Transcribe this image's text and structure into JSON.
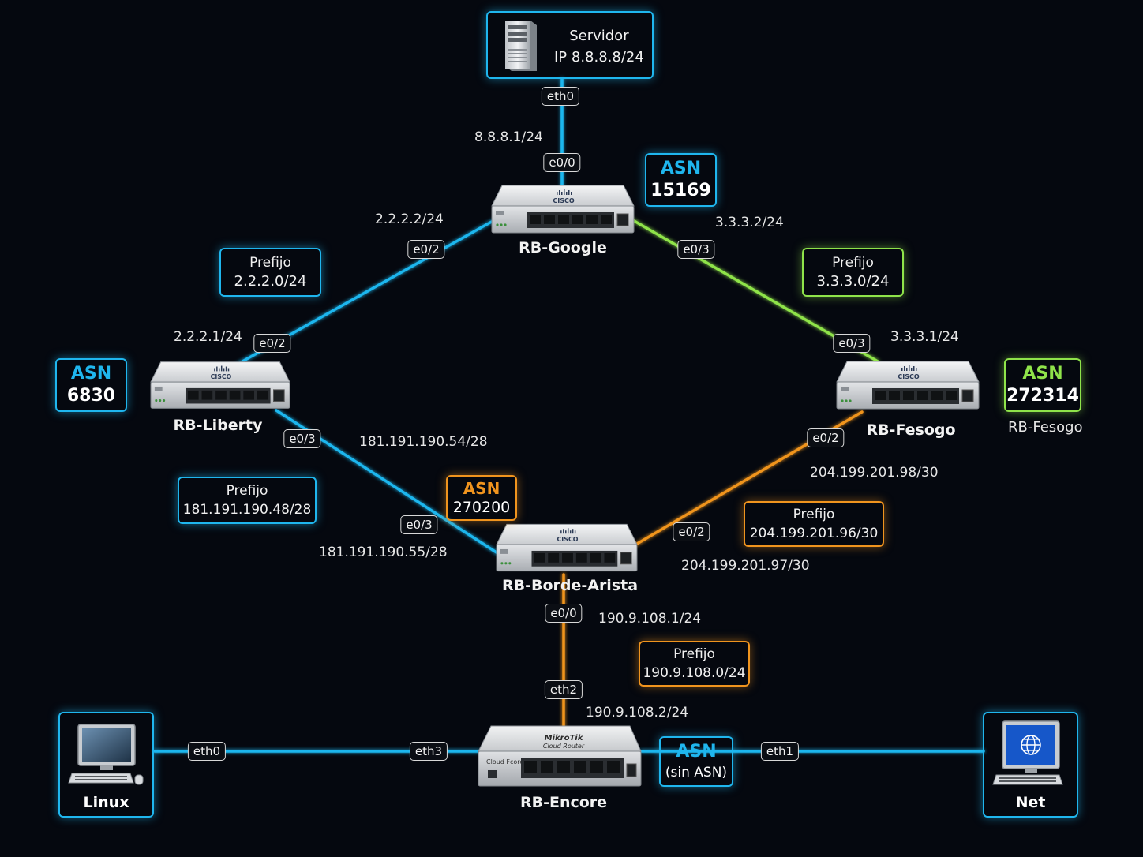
{
  "colors": {
    "blue": "#1fb6ee",
    "green": "#8fe34a",
    "orange": "#f0941e"
  },
  "server": {
    "title": "Servidor",
    "ip": "IP 8.8.8.8/24",
    "icon": "server-tower-icon"
  },
  "routers": {
    "google": {
      "name": "RB-Google",
      "icon": "cisco-router-icon"
    },
    "liberty": {
      "name": "RB-Liberty",
      "icon": "cisco-router-icon"
    },
    "fesogo": {
      "name": "RB-Fesogo",
      "icon": "cisco-router-icon"
    },
    "borde": {
      "name": "RB-Borde-Arista",
      "icon": "cisco-router-icon"
    },
    "encore": {
      "name": "RB-Encore",
      "icon": "mikrotik-cloud-router-icon",
      "brand": "MikroTik",
      "model": "Cloud Router",
      "panel": "Cloud Fcore"
    }
  },
  "fesogo_extra_label": "RB-Fesogo",
  "asn": {
    "google": {
      "label": "ASN",
      "value": "15169"
    },
    "liberty": {
      "label": "ASN",
      "value": "6830"
    },
    "fesogo": {
      "label": "ASN",
      "value": "272314"
    },
    "borde": {
      "label": "ASN",
      "value": "270200"
    },
    "encore": {
      "label": "ASN",
      "value": "(sin ASN)"
    }
  },
  "prefixes": {
    "p2": {
      "label": "Prefijo",
      "value": "2.2.2.0/24"
    },
    "p3": {
      "label": "Prefijo",
      "value": "3.3.3.0/24"
    },
    "p181": {
      "label": "Prefijo",
      "value": "181.191.190.48/28"
    },
    "p204": {
      "label": "Prefijo",
      "value": "204.199.201.96/30"
    },
    "p190": {
      "label": "Prefijo",
      "value": "190.9.108.0/24"
    }
  },
  "interfaces": {
    "server_eth0": "eth0",
    "google_e00": "e0/0",
    "google_e02": "e0/2",
    "google_e03": "e0/3",
    "liberty_e02": "e0/2",
    "liberty_e03": "e0/3",
    "fesogo_e03": "e0/3",
    "fesogo_e02": "e0/2",
    "borde_e03": "e0/3",
    "borde_e02": "e0/2",
    "borde_e00": "e0/0",
    "encore_eth2": "eth2",
    "encore_eth3": "eth3",
    "encore_eth1": "eth1",
    "linux_eth0": "eth0"
  },
  "ips": {
    "google_e00": "8.8.8.1/24",
    "google_e02": "2.2.2.2/24",
    "google_e03": "3.3.3.2/24",
    "liberty_e02": "2.2.2.1/24",
    "fesogo_e03": "3.3.3.1/24",
    "liberty_e03": "181.191.190.54/28",
    "borde_e03": "181.191.190.55/28",
    "fesogo_e02": "204.199.201.98/30",
    "borde_e02": "204.199.201.97/30",
    "borde_e00": "190.9.108.1/24",
    "encore_eth2": "190.9.108.2/24"
  },
  "hosts": {
    "linux": {
      "name": "Linux",
      "icon": "desktop-computer-icon"
    },
    "net": {
      "name": "Net",
      "icon": "internet-computer-icon"
    }
  }
}
